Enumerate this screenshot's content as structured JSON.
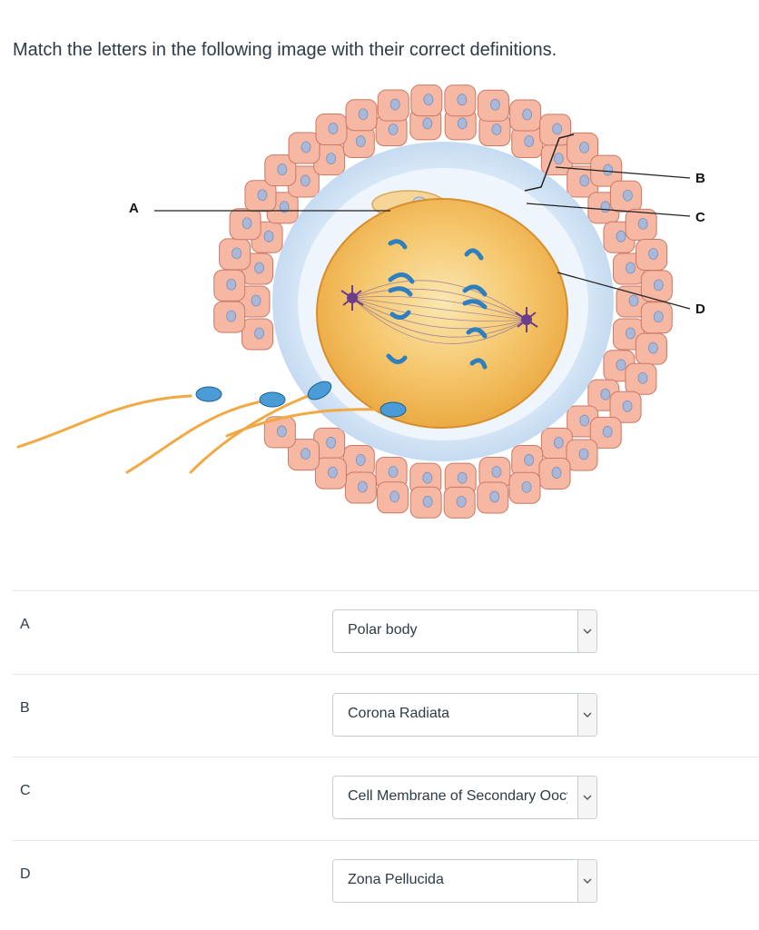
{
  "question": {
    "prompt": "Match the letters in the following image with their correct definitions."
  },
  "figure": {
    "labels": [
      "A",
      "B",
      "C",
      "D"
    ],
    "colors": {
      "follicle_cell": "#f6b7a3",
      "follicle_cell_border": "#c97966",
      "nucleus": "#a9b8d8",
      "zona": "#c9ddf0",
      "oocyte": "#f3b752",
      "chromosome": "#2f7fbf",
      "centrosome": "#6c3d8a",
      "sperm_tail": "#f2a843"
    }
  },
  "matches": [
    {
      "letter": "A",
      "selected": "Polar body"
    },
    {
      "letter": "B",
      "selected": "Corona Radiata"
    },
    {
      "letter": "C",
      "selected": "Cell Membrane of Secondary Oocyte"
    },
    {
      "letter": "D",
      "selected": "Zona Pellucida"
    }
  ]
}
